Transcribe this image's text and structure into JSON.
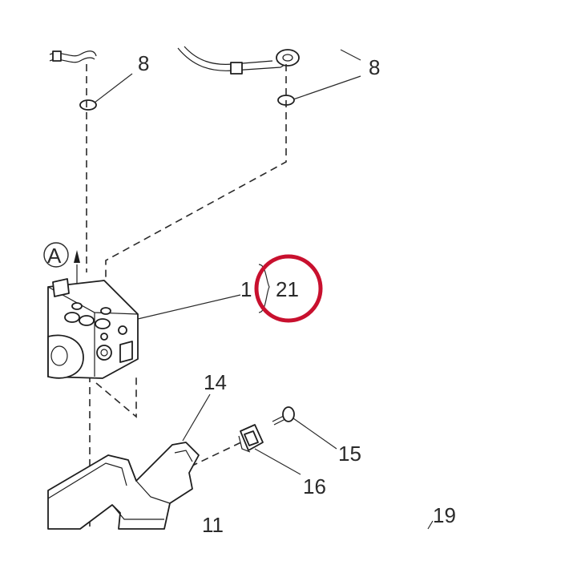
{
  "callouts": {
    "top_left_8": "8",
    "top_right_8": "8",
    "ref_1": "1",
    "ref_21": "21",
    "ref_14": "14",
    "ref_15": "15",
    "ref_16": "16",
    "ref_11": "11",
    "ref_19": "19",
    "view_a": "A"
  },
  "colors": {
    "highlight_ring": "#c8102e",
    "line": "#1e1e1e"
  }
}
